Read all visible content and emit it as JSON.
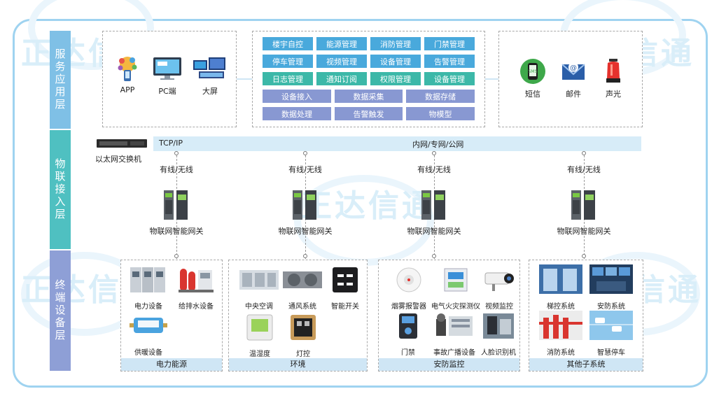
{
  "layers": {
    "service": "服务应用层",
    "iot": "物联接入层",
    "device": "终端设备层"
  },
  "watermark": "正达信通",
  "service": {
    "clients": [
      {
        "label": "APP",
        "icon": "app-icon"
      },
      {
        "label": "PC端",
        "icon": "pc-icon"
      },
      {
        "label": "大屏",
        "icon": "big-screen-icon"
      }
    ],
    "modules_top": [
      [
        "楼宇自控",
        "能源管理",
        "消防管理",
        "门禁管理"
      ],
      [
        "停车管理",
        "视频管理",
        "设备管理",
        "告警管理"
      ],
      [
        "日志管理",
        "通知订阅",
        "权限管理",
        "设备管理"
      ]
    ],
    "modules_bottom": [
      [
        "设备接入",
        "数据采集",
        "数据存储"
      ],
      [
        "数据处理",
        "告警触发",
        "物模型"
      ]
    ],
    "alerts": [
      {
        "label": "短信",
        "icon": "sms-icon"
      },
      {
        "label": "邮件",
        "icon": "email-icon"
      },
      {
        "label": "声光",
        "icon": "alarm-light-icon"
      }
    ]
  },
  "network": {
    "protocol": "TCP/IP",
    "networks": "内网/专网/公网",
    "switch_label": "以太网交换机",
    "gateways": [
      {
        "conn": "有线/无线",
        "label": "物联网智能网关"
      },
      {
        "conn": "有线/无线",
        "label": "物联网智能网关"
      },
      {
        "conn": "有线/无线",
        "label": "物联网智能网关"
      },
      {
        "conn": "有线/无线",
        "label": "物联网智能网关"
      }
    ]
  },
  "groups": [
    {
      "name": "电力能源",
      "devices": [
        "电力设备",
        "给排水设备",
        "供暖设备"
      ]
    },
    {
      "name": "环境",
      "devices": [
        "中央空调",
        "通风系统",
        "智能开关",
        "温湿度",
        "灯控"
      ]
    },
    {
      "name": "安防监控",
      "devices": [
        "烟雾报警器",
        "电气火灾探测仪",
        "视频监控",
        "门禁",
        "事故广播设备",
        "人脸识别机"
      ]
    },
    {
      "name": "其他子系统",
      "devices": [
        "梯控系统",
        "安防系统",
        "消防系统",
        "智慧停车"
      ]
    }
  ],
  "colors": {
    "frame": "#9fd3f0",
    "service_layer": "#7fc0e6",
    "iot_layer": "#4fc0c1",
    "device_layer": "#8e9fd6",
    "module_blue": "#49a9dc",
    "module_teal": "#3cb8a8",
    "module_lavender": "#8898d2",
    "band": "#cfe6f5"
  }
}
